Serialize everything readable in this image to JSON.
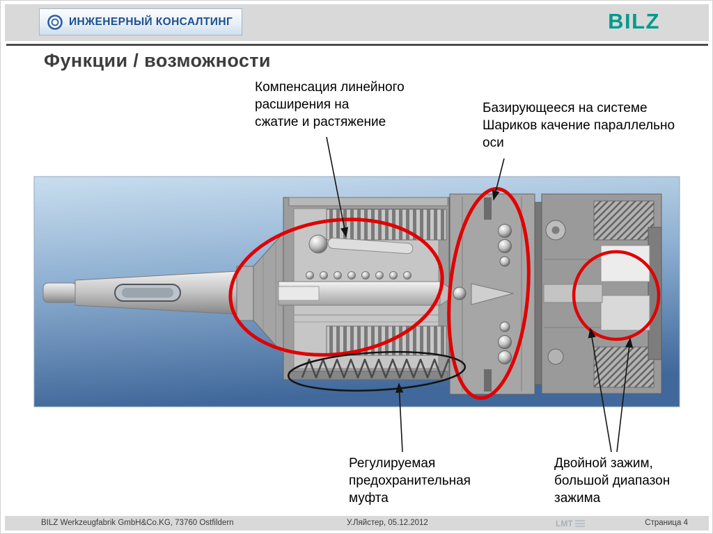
{
  "header": {
    "logo_text": "ИНЖЕНЕРНЫЙ КОНСАЛТИНГ",
    "brand": "BILZ"
  },
  "title": "Функции / возможности",
  "callouts": {
    "compensation": {
      "lines": [
        "Компенсация линейного",
        "расширения на",
        "сжатие и растяжение"
      ]
    },
    "ball_system": {
      "lines": [
        "Базирующееся на системе",
        "Шариков качение параллельно",
        "оси"
      ]
    },
    "safety_clutch": {
      "lines": [
        "Регулируемая",
        "предохранительная",
        "муфта"
      ]
    },
    "double_clamp": {
      "lines": [
        "Двойной зажим,",
        "большой диапазон",
        "зажима"
      ]
    }
  },
  "footer": {
    "left": "BILZ Werkzeugfabrik GmbH&Co.KG, 73760 Ostfildern",
    "center": "У.Ляйстер, 05.12.2012",
    "page": "Страница 4",
    "logo": "LMT"
  },
  "colors": {
    "brand_teal": "#009a8e",
    "logo_blue": "#1d4f91",
    "highlight_red": "#e10000",
    "annotation_black": "#141414",
    "header_gray": "#d9d9d9",
    "photo_blue_top": "#c9deef",
    "photo_blue_bottom": "#40689a"
  }
}
